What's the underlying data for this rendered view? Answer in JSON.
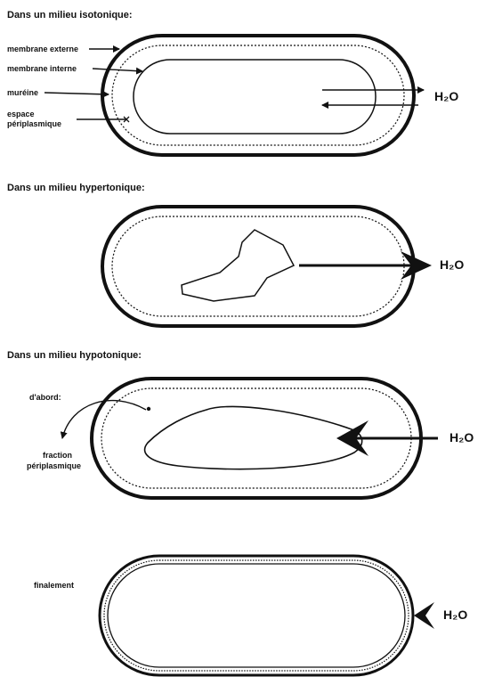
{
  "panels": {
    "isotonic": {
      "title": "Dans un milieu isotonique:",
      "labels": {
        "outer_membrane": "membrane externe",
        "inner_membrane": "membrane interne",
        "murein": "muréine",
        "periplasmic_space_line1": "espace",
        "periplasmic_space_line2": "périplasmique"
      },
      "water": "H₂O"
    },
    "hypertonic": {
      "title": "Dans un milieu hypertonique:",
      "water": "H₂O"
    },
    "hypotonic": {
      "title": "Dans un milieu hypotonique:",
      "first_label": "d'abord:",
      "fraction_line1": "fraction",
      "fraction_line2": "périplasmique",
      "water": "H₂O"
    },
    "final": {
      "label": "finalement",
      "water": "H₂O"
    }
  },
  "colors": {
    "ink": "#111111",
    "background": "#ffffff"
  }
}
